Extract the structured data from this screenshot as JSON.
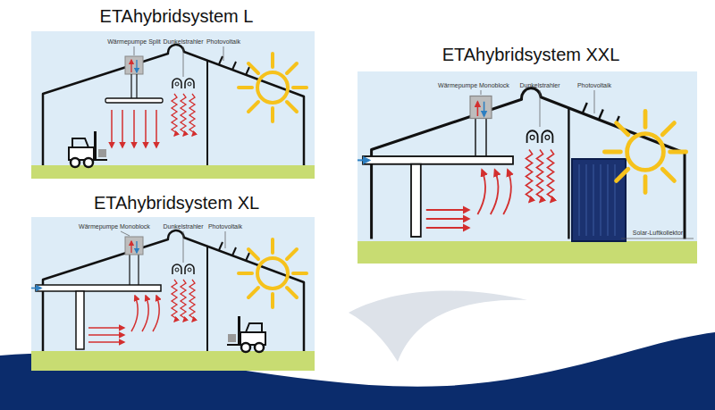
{
  "diagram": {
    "nodes": [
      {
        "text": [
          "ETAhybridsystem L"
        ]
      },
      {
        "text": [
          "ETAhybridsystem XL"
        ]
      },
      {
        "text": [
          "ETAhybridsystem XXL"
        ]
      }
    ],
    "labels": [
      "Wärmepumpe Split",
      "Dunkelstrahler",
      "Photovoltaik",
      "Wärmepumpe Monoblock",
      "Dunkelstrahler",
      "Photovoltaik",
      "Wärmepumpe Monoblock",
      "Dunkelstrahler",
      "Photovoltaik",
      "Solar-Luftkollektor"
    ]
  }
}
